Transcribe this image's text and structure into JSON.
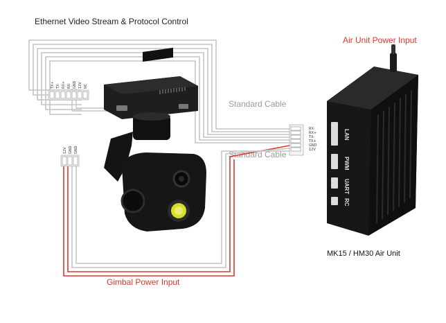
{
  "title": "Ethernet Video Stream & Protocol Control",
  "air_unit_power": "Air Unit Power Input",
  "standard_cable_top": "Standard Cable",
  "standard_cable_bottom": "Standard Cable",
  "air_unit_name": "MK15 / HM30 Air Unit",
  "gimbal_power": "Gimbal Power Input",
  "ports": [
    "LAN",
    "PWM",
    "UART",
    "RC"
  ],
  "eth_pins": [
    "RX-",
    "RX+",
    "TX-",
    "TX+",
    "GND",
    "12V"
  ],
  "camera_pins": [
    "TX+",
    "TX-",
    "RX+",
    "RX-",
    "GND",
    "12V",
    "NC"
  ],
  "power_pins": [
    "12V",
    "GND",
    "GND"
  ],
  "colors": {
    "cable_gray": "#c4c4c4",
    "cable_red": "#d9372c",
    "device": "#161616"
  }
}
